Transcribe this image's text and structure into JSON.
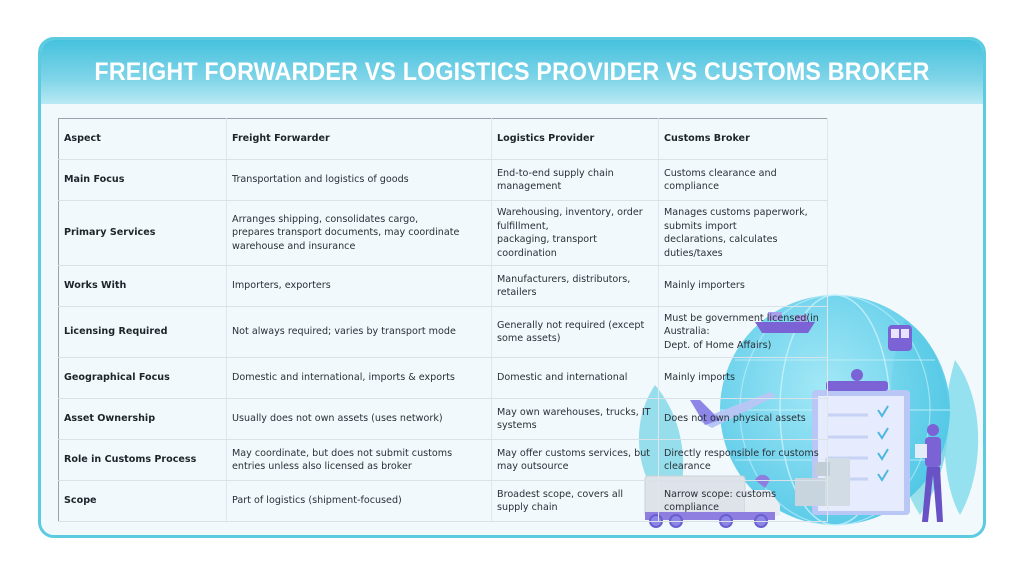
{
  "title": "FREIGHT FORWARDER VS LOGISTICS PROVIDER VS CUSTOMS BROKER",
  "colors": {
    "border": "#5ccbe0",
    "header_top": "#46c2de",
    "header_bottom": "#b9e9f4",
    "panel_bg": "#f1f9fc",
    "illustration_purple": "#7b63d6",
    "illustration_globe": "#66d2ee",
    "illustration_leaf": "#4dbfcf"
  },
  "table": {
    "headers": [
      "Aspect",
      "Freight Forwarder",
      "Logistics Provider",
      "Customs Broker"
    ],
    "rows": [
      {
        "aspect": "Main Focus",
        "freight_forwarder": "Transportation and logistics of goods",
        "logistics_provider": "End-to-end supply chain management",
        "customs_broker": "Customs clearance and compliance"
      },
      {
        "aspect": "Primary Services",
        "freight_forwarder": "Arranges shipping, consolidates cargo,\n prepares transport documents, may coordinate warehouse and insurance",
        "logistics_provider": "Warehousing, inventory, order fulfillment,\n packaging, transport coordination",
        "customs_broker": "Manages customs paperwork, submits import\n declarations, calculates duties/taxes"
      },
      {
        "aspect": "Works With",
        "freight_forwarder": "Importers, exporters",
        "logistics_provider": "Manufacturers, distributors, retailers",
        "customs_broker": "Mainly importers"
      },
      {
        "aspect": "Licensing Required",
        "freight_forwarder": "Not always required; varies by transport mode",
        "logistics_provider": "Generally not required (except some assets)",
        "customs_broker": "Must be government licensed(in Australia:\n Dept. of Home Affairs)"
      },
      {
        "aspect": "Geographical Focus",
        "freight_forwarder": "Domestic and international, imports & exports",
        "logistics_provider": "Domestic and international",
        "customs_broker": "Mainly imports"
      },
      {
        "aspect": "Asset Ownership",
        "freight_forwarder": "Usually does not own assets (uses network)",
        "logistics_provider": "May own warehouses, trucks, IT systems",
        "customs_broker": "Does not own physical assets"
      },
      {
        "aspect": "Role in Customs Process",
        "freight_forwarder": "May coordinate, but does not submit customs\n entries unless also licensed as broker",
        "logistics_provider": "May offer customs services, but may outsource",
        "customs_broker": "Directly responsible for customs clearance"
      },
      {
        "aspect": "Scope",
        "freight_forwarder": "Part of logistics (shipment-focused)",
        "logistics_provider": "Broadest scope, covers all supply chain",
        "customs_broker": "Narrow scope: customs compliance"
      }
    ]
  },
  "illustration": {
    "icons": [
      "globe-icon",
      "ship-icon",
      "train-icon",
      "airplane-icon",
      "clipboard-icon",
      "truck-icon",
      "boxes-icon",
      "person-icon",
      "leaf-icon"
    ]
  }
}
